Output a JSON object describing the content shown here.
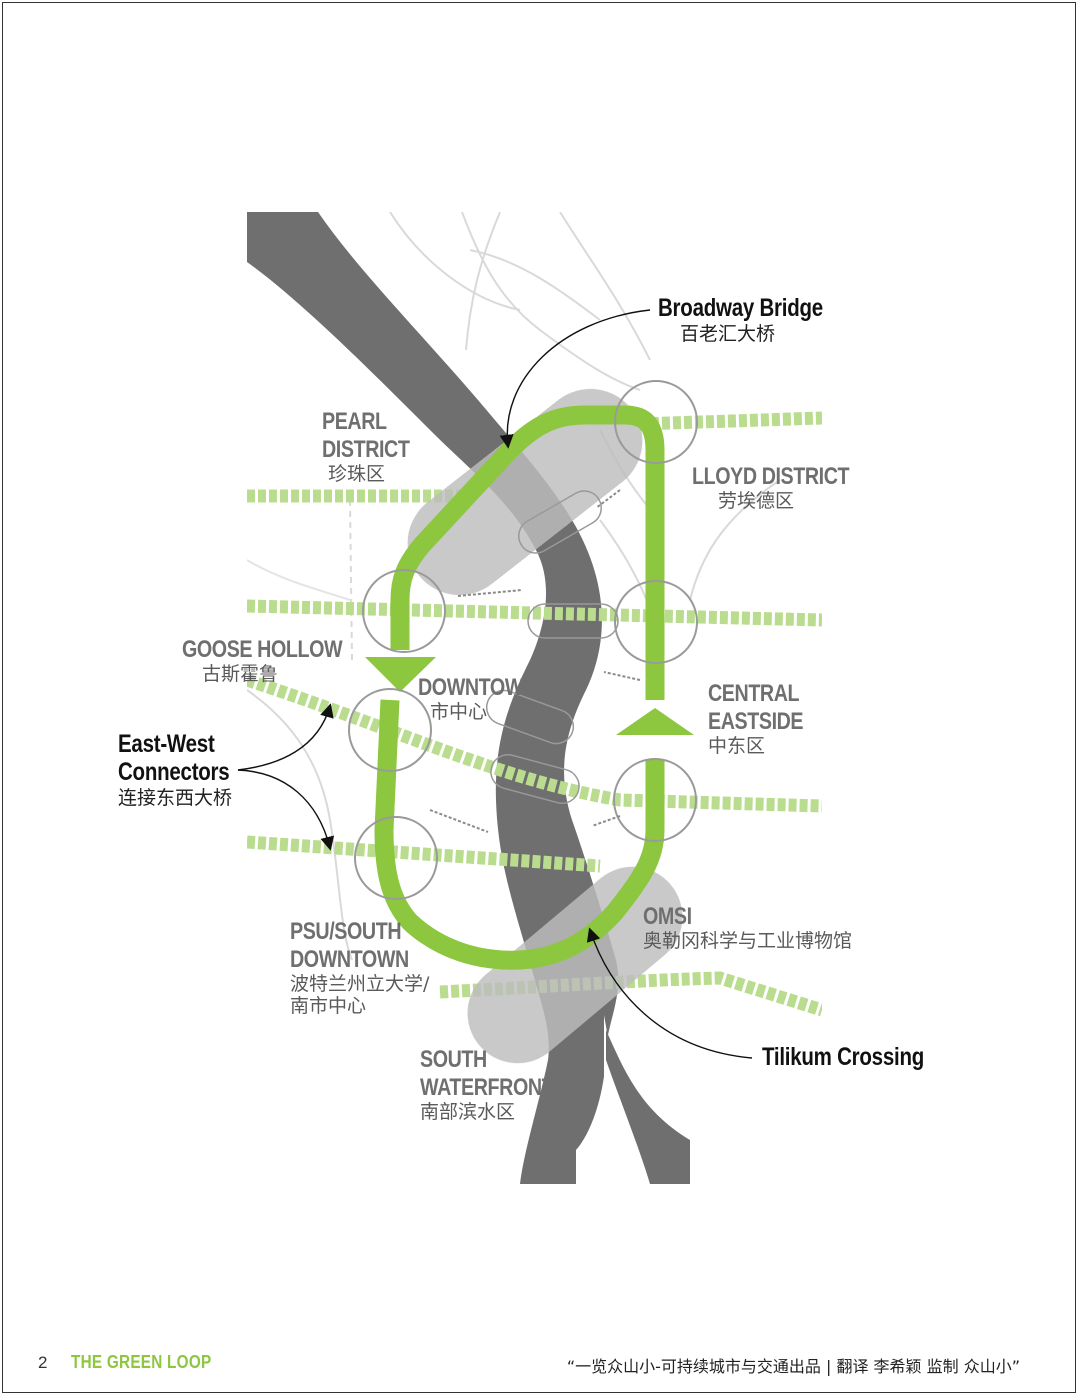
{
  "colors": {
    "river": "#6e6e6e",
    "loop": "#8dc63f",
    "connector": "#b8dc8c",
    "district_blob": "#c8c8c8",
    "street": "#d6d6d6",
    "node_ring": "#9a9a9a"
  },
  "callouts": {
    "broadway": {
      "en": "Broadway Bridge",
      "zh": "百老汇大桥"
    },
    "tilikum": {
      "en": "Tilikum Crossing"
    },
    "east_west": {
      "en_line1": "East-West",
      "en_line2": "Connectors",
      "zh": "连接东西大桥"
    }
  },
  "districts": {
    "pearl": {
      "en_line1": "PEARL",
      "en_line2": "DISTRICT",
      "zh": "珍珠区"
    },
    "lloyd": {
      "en": "LLOYD DISTRICT",
      "zh": "劳埃德区"
    },
    "goose_hollow": {
      "en": "GOOSE HOLLOW",
      "zh": "古斯霍鲁"
    },
    "downtown": {
      "en": "DOWNTOWN",
      "zh": "市中心"
    },
    "central_eastside": {
      "en_line1": "CENTRAL",
      "en_line2": "EASTSIDE",
      "zh": "中东区"
    },
    "omsi": {
      "en": "OMSI",
      "zh": "奥勒冈科学与工业博物馆"
    },
    "psu": {
      "en_line1": "PSU/SOUTH",
      "en_line2": "DOWNTOWN",
      "zh_line1": "波特兰州立大学/",
      "zh_line2": "南市中心"
    },
    "south_waterfront": {
      "en_line1": "SOUTH",
      "en_line2": "WATERFRONT",
      "zh": "南部滨水区"
    }
  },
  "footer": {
    "page_number": "2",
    "title": "THE GREEN LOOP",
    "credit": "“一览众山小-可持续城市与交通出品 | 翻译 李希颖 监制 众山小”"
  }
}
